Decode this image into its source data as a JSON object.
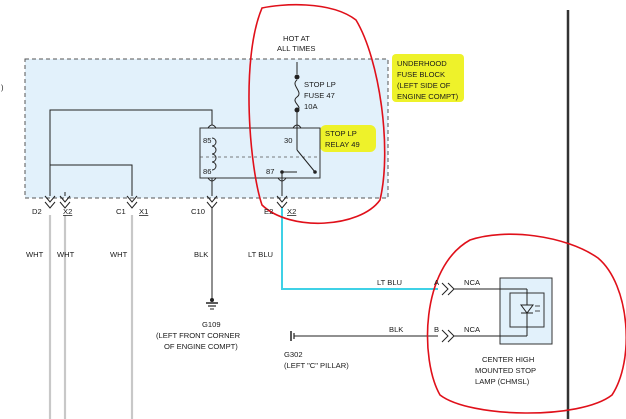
{
  "hot_at": "HOT AT",
  "all_times": "ALL TIMES",
  "fuse_block": [
    "UNDERHOOD",
    "FUSE BLOCK",
    "(LEFT SIDE OF",
    "ENGINE COMPT)"
  ],
  "fuse": [
    "STOP LP",
    "FUSE 47",
    "10A"
  ],
  "relay": [
    "STOP LP",
    "RELAY 49"
  ],
  "relay_pins": {
    "p85": "85",
    "p86": "86",
    "p30": "30",
    "p87": "87"
  },
  "connectors": {
    "d2": "D2",
    "x2a": "X2",
    "c1": "C1",
    "x1": "X1",
    "c10": "C10",
    "e2": "E2",
    "x2b": "X2"
  },
  "wires": {
    "wht1": "WHT",
    "wht2": "WHT",
    "wht3": "WHT",
    "blk1": "BLK",
    "ltblu1": "LT BLU",
    "ltblu2": "LT BLU",
    "blk2": "BLK"
  },
  "ground_g109": [
    "G109",
    "(LEFT FRONT CORNER",
    "OF ENGINE COMPT)"
  ],
  "ground_g302": [
    "G302",
    "(LEFT \"C\" PILLAR)"
  ],
  "lamp_pins": {
    "a": "A",
    "b": "B",
    "nca1": "NCA",
    "nca2": "NCA"
  },
  "lamp": [
    "CENTER HIGH",
    "MOUNTED STOP",
    "LAMP (CHMSL)"
  ],
  "edge_mark": ")",
  "colors": {
    "fuse_block_fill": "#e2f1fb",
    "highlight": "#eef22a",
    "lt_blu_wire": "#3fd1e6",
    "markup": "#e0101a"
  }
}
